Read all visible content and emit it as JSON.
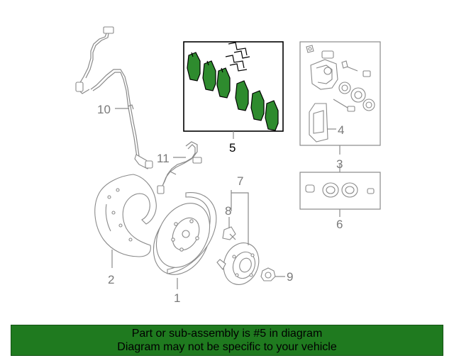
{
  "callouts": {
    "c1": "1",
    "c2": "2",
    "c3": "3",
    "c4": "4",
    "c5": "5",
    "c6": "6",
    "c7": "7",
    "c8": "8",
    "c9": "9",
    "c10": "10",
    "c11": "11"
  },
  "banner": {
    "line1": "Part or sub-assembly is #5 in diagram",
    "line2": "Diagram may not be specific to your vehicle"
  },
  "colors": {
    "highlight": "#2e8b2e",
    "banner_bg": "#1f7a1f",
    "line_gray": "#8a8a8a"
  }
}
